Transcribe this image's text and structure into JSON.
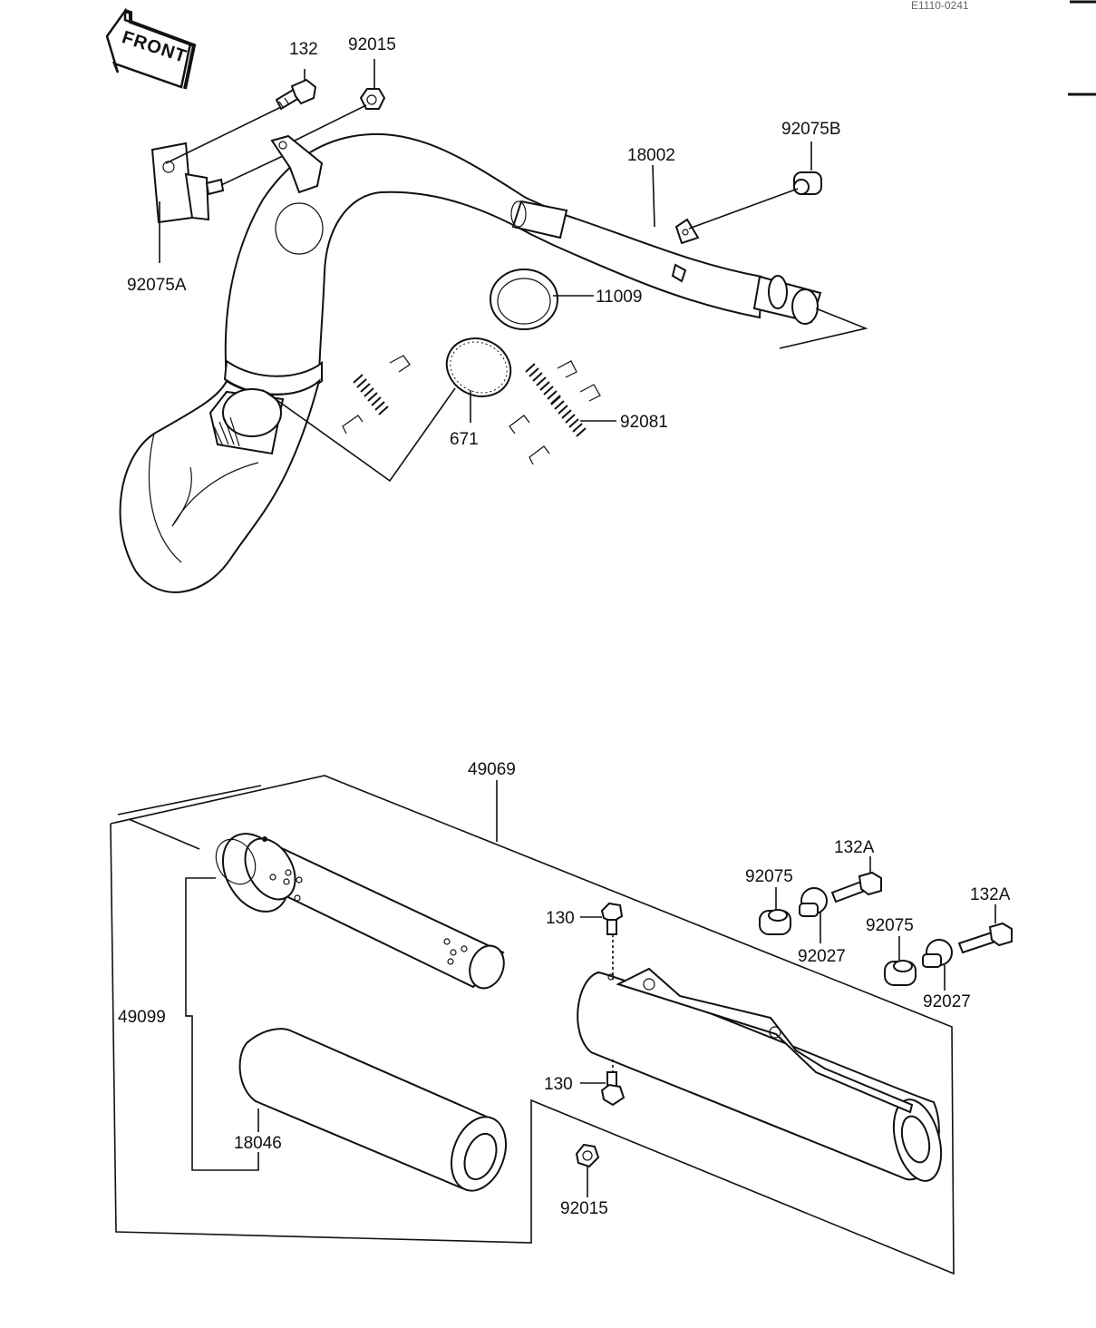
{
  "header": {
    "code": "E1110-0241"
  },
  "front_badge": {
    "text": "FRONT"
  },
  "labels": {
    "p132": "132",
    "p92015_top": "92015",
    "p92075B": "92075B",
    "p18002": "18002",
    "p92075A": "92075A",
    "p11009": "11009",
    "p671": "671",
    "p92081": "92081",
    "p49069": "49069",
    "p132A_1": "132A",
    "p132A_2": "132A",
    "p92075_1": "92075",
    "p92075_2": "92075",
    "p92027_1": "92027",
    "p92027_2": "92027",
    "p130_1": "130",
    "p130_2": "130",
    "p49099": "49099",
    "p18046": "18046",
    "p92015_bottom": "92015"
  },
  "colors": {
    "ink": "#111111",
    "paper": "#ffffff"
  }
}
